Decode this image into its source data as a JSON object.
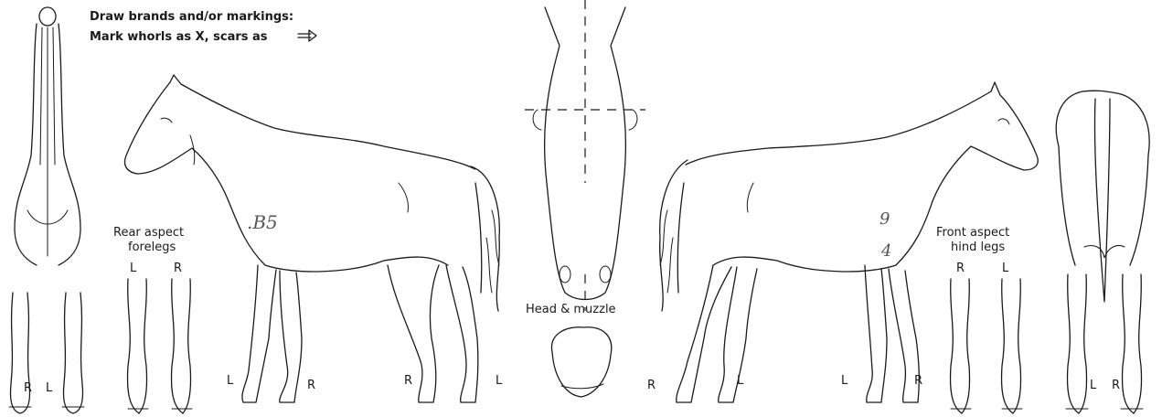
{
  "instructions": {
    "line1": "Draw brands and/or markings:",
    "line2": "Mark whorls as X, scars as"
  },
  "labels": {
    "rear_aspect_title1": "Rear aspect",
    "rear_aspect_title2": "forelegs",
    "rear_aspect_L": "L",
    "rear_aspect_R": "R",
    "front_aspect_title1": "Front aspect",
    "front_aspect_title2": "hind legs",
    "front_aspect_R": "R",
    "front_aspect_L": "L",
    "head_muzzle": "Head & muzzle",
    "top_view_R": "R",
    "top_view_L": "L",
    "left_horse_front_L": "L",
    "left_horse_front_R": "R",
    "left_horse_hind_R": "R",
    "left_horse_hind_L": "L",
    "right_horse_hind_R": "R",
    "right_horse_hind_L": "L",
    "right_horse_front_L": "L",
    "right_horse_front_R": "R",
    "rear_view_L": "L",
    "rear_view_R": "R"
  },
  "handwritten": {
    "left_side_mark": ".B5",
    "right_side_mark_1": "9",
    "right_side_mark_2": "4"
  },
  "colors": {
    "line": "#1a1a1a",
    "background": "#ffffff",
    "handwriting": "#555555"
  },
  "icons": {
    "scar_symbol": "arrow-icon"
  }
}
